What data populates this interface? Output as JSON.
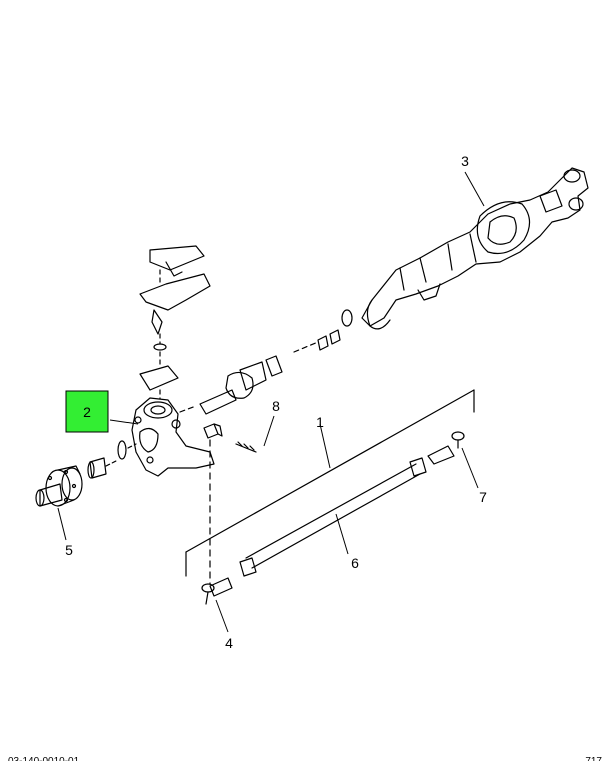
{
  "callouts": [
    {
      "id": "1",
      "label": "1"
    },
    {
      "id": "2",
      "label": "2"
    },
    {
      "id": "3",
      "label": "3"
    },
    {
      "id": "4",
      "label": "4"
    },
    {
      "id": "5",
      "label": "5"
    },
    {
      "id": "6",
      "label": "6"
    },
    {
      "id": "7",
      "label": "7"
    },
    {
      "id": "8",
      "label": "8"
    }
  ],
  "highlight": {
    "label": "2",
    "color": "#33ee33"
  },
  "footer": {
    "left": "03-140-0010-01",
    "right": "717"
  }
}
